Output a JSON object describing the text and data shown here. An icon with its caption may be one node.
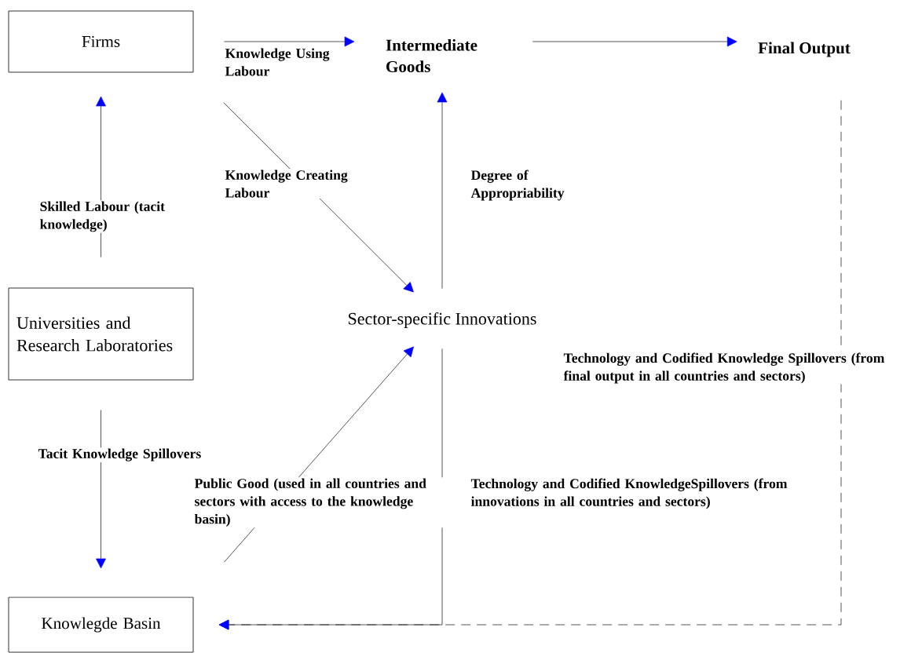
{
  "diagram": {
    "nodes": [
      {
        "text": [
          "Firms"
        ]
      },
      {
        "text": [
          "Intermediate Goods"
        ]
      },
      {
        "text": [
          "Final Output"
        ]
      },
      {
        "text": [
          "Universities and Research Laboratories"
        ]
      },
      {
        "text": [
          "Sector-specific Innovations"
        ]
      },
      {
        "text": [
          "Knowlegde Basin"
        ]
      }
    ],
    "edges": [
      {
        "from": 0,
        "to": 1,
        "arrow": "to",
        "label": "Knowledge Using Labour"
      },
      {
        "from": 1,
        "to": 2,
        "arrow": "to"
      },
      {
        "from": 0,
        "to": 4,
        "arrow": "to",
        "label": "Knowledge Creating Labour"
      },
      {
        "from": 3,
        "to": 0,
        "arrow": "to",
        "label": "Skilled Labour (tacit knowledge)"
      },
      {
        "from": 4,
        "to": 1,
        "arrow": "to",
        "label": "Degree of Appropriability"
      },
      {
        "from": 3,
        "to": 5,
        "arrow": "to",
        "label": "Tacit Knowledge Spillovers"
      },
      {
        "from": 5,
        "to": 4,
        "arrow": "to",
        "label": "Public Good (used in all countries and sectors with access to the knowledge basin)"
      },
      {
        "from": 4,
        "to": 5,
        "arrow": "to",
        "label": "Technology and Codified KnowledgeSpillovers (from innovations in all countries and sectors)"
      },
      {
        "from": 2,
        "to": 5,
        "arrow": "to",
        "style": "dashed",
        "label": "Technology and Codified Knowledge Spillovers (from final output in all countries and sectors)"
      }
    ]
  }
}
